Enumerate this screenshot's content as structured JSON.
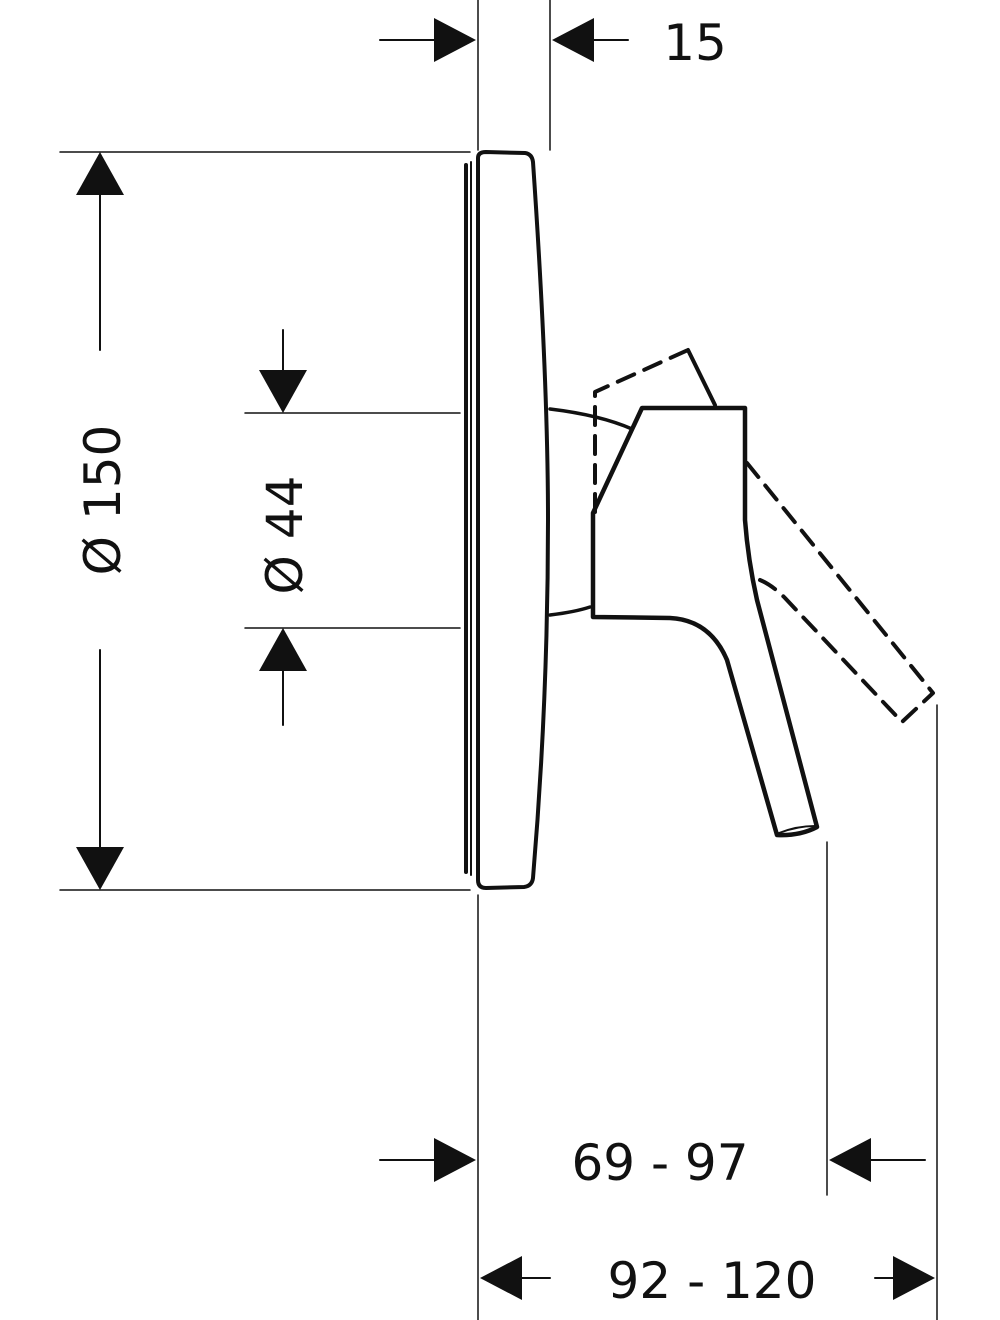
{
  "drawing": {
    "dim_top_depth": "15",
    "dim_plate_diameter": "Ø 150",
    "dim_body_diameter": "Ø 44",
    "dim_handle_projection": "69 - 97",
    "dim_total_projection": "92 - 120",
    "line_color": "#111111"
  }
}
